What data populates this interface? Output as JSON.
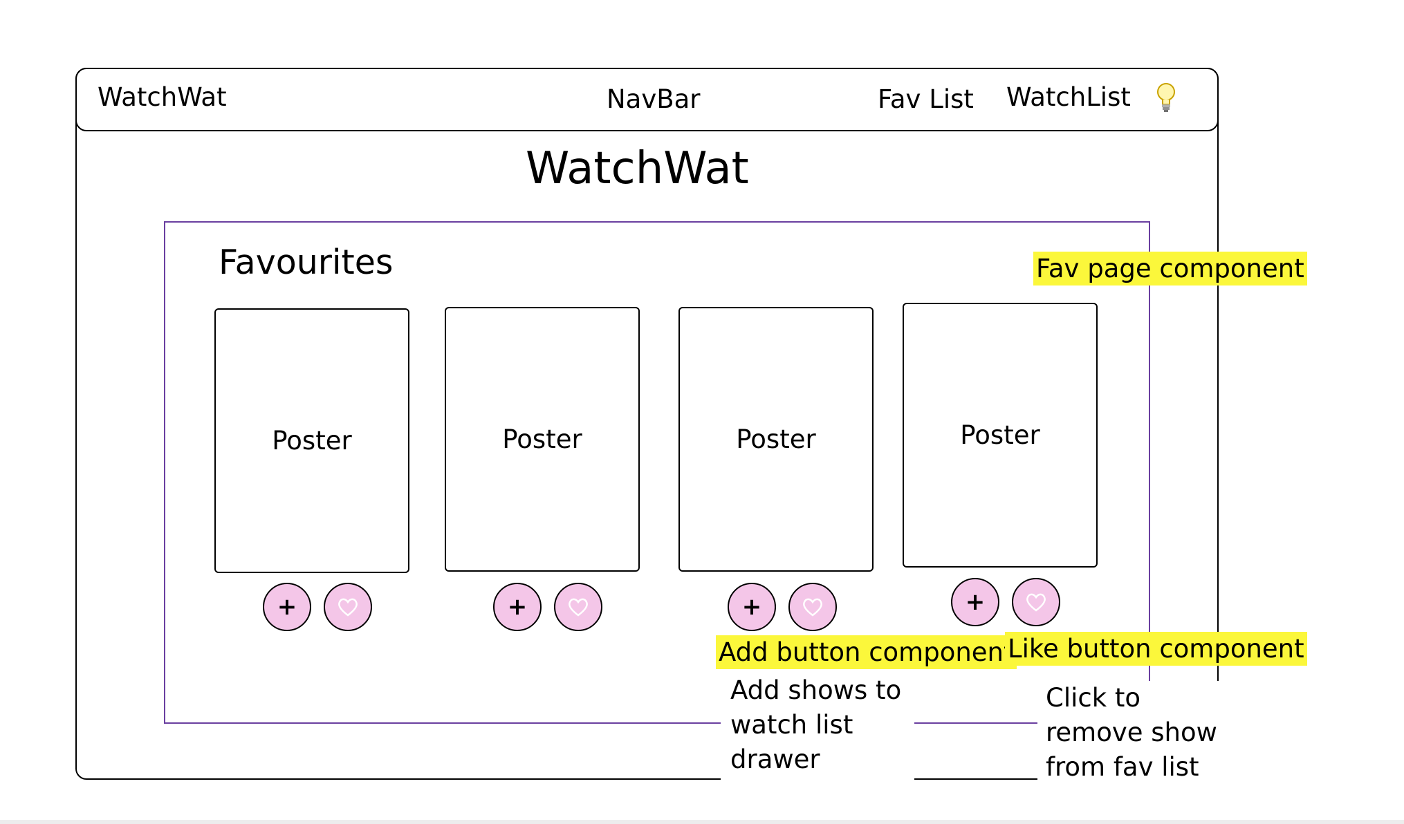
{
  "navbar": {
    "brand": "WatchWat",
    "label": "NavBar",
    "links": [
      "Fav List",
      "WatchList"
    ],
    "theme_icon": "lightbulb-icon"
  },
  "page": {
    "title": "WatchWat"
  },
  "favourites": {
    "heading": "Favourites",
    "cards": [
      {
        "poster_label": "Poster",
        "add_symbol": "+",
        "like_icon": "heart-icon"
      },
      {
        "poster_label": "Poster",
        "add_symbol": "+",
        "like_icon": "heart-icon"
      },
      {
        "poster_label": "Poster",
        "add_symbol": "+",
        "like_icon": "heart-icon"
      },
      {
        "poster_label": "Poster",
        "add_symbol": "+",
        "like_icon": "heart-icon"
      }
    ]
  },
  "annotations": {
    "fav_page": "Fav page component",
    "add_button": "Add button component",
    "like_button": "Like button component",
    "add_note_lines": [
      "Add shows to",
      "watch list",
      "drawer"
    ],
    "like_note_lines": [
      "Click to",
      "remove show",
      "from fav list"
    ]
  },
  "colors": {
    "button_fill": "#f4c6e8",
    "frame_purple": "#6a3fa0",
    "highlight_yellow": "#fbf73b"
  }
}
